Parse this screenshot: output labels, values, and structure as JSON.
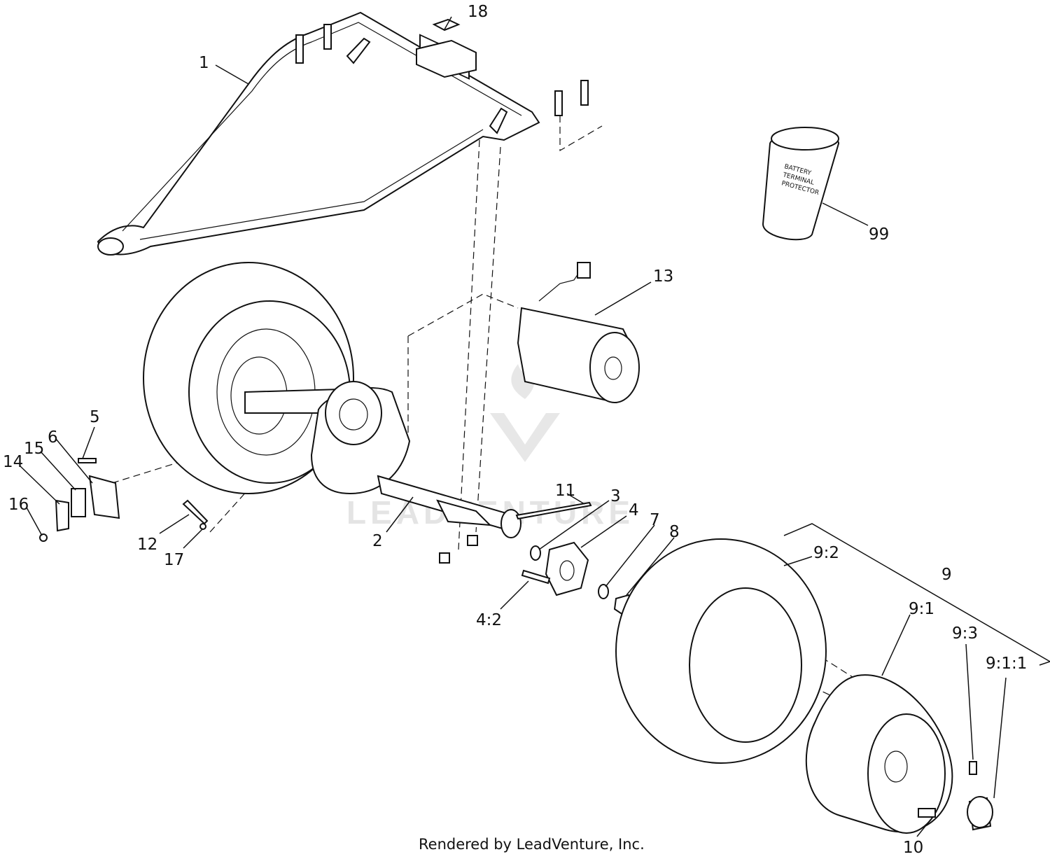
{
  "footer": "Rendered by LeadVenture, Inc.",
  "watermark": "LEADVENTURE",
  "callouts": {
    "c1": "1",
    "c2": "2",
    "c3": "3",
    "c4": "4",
    "c4_2": "4:2",
    "c5": "5",
    "c6": "6",
    "c7": "7",
    "c8": "8",
    "c9": "9",
    "c9_1": "9:1",
    "c9_1_1": "9:1:1",
    "c9_2": "9:2",
    "c9_3": "9:3",
    "c10": "10",
    "c11": "11",
    "c12": "12",
    "c13": "13",
    "c14": "14",
    "c15": "15",
    "c16": "16",
    "c17": "17",
    "c18": "18",
    "c99": "99"
  },
  "can_label": [
    "BATTERY",
    "TERMINAL",
    "PROTECTOR"
  ]
}
